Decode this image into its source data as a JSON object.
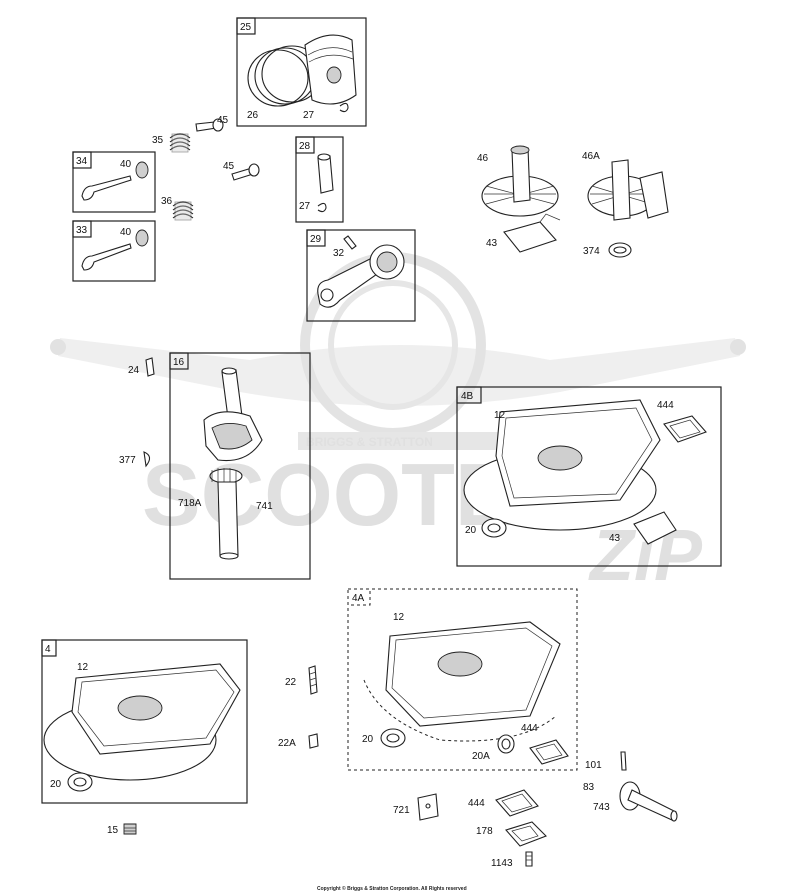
{
  "watermark": {
    "banner": "BRIGGS & STRATTON",
    "brand": "SCOOTER",
    "suffix": "ZiP"
  },
  "copyright": "Copyright © Briggs & Stratton Corporation. All Rights reserved",
  "boxes": {
    "b25": "25",
    "b34": "34",
    "b33": "33",
    "b28": "28",
    "b29": "29",
    "b16": "16",
    "b4B": "4B",
    "b4A": "4A",
    "b4": "4"
  },
  "callouts": {
    "c26": "26",
    "c27a": "27",
    "c45a": "45",
    "c35": "35",
    "c40a": "40",
    "c45b": "45",
    "c36": "36",
    "c40b": "40",
    "c27b": "27",
    "c32": "32",
    "c46": "46",
    "c46A": "46A",
    "c43a": "43",
    "c374": "374",
    "c24": "24",
    "c377": "377",
    "c718A": "718A",
    "c741": "741",
    "c12a": "12",
    "c444a": "444",
    "c20a": "20",
    "c43b": "43",
    "c12b": "12",
    "c20b": "20",
    "c444b": "444",
    "c20A": "20A",
    "c12c": "12",
    "c20c": "20",
    "c22": "22",
    "c22A": "22A",
    "c101": "101",
    "c83": "83",
    "c743": "743",
    "c721": "721",
    "c444c": "444",
    "c178": "178",
    "c1143": "1143",
    "c15": "15"
  }
}
